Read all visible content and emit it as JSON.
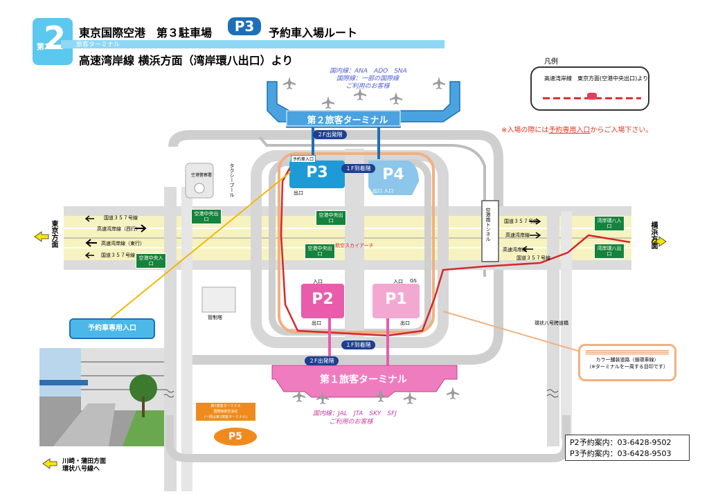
{
  "header": {
    "badge_number": "2",
    "badge_small": "第2",
    "title_line1": "東京国際空港　第３駐車場",
    "p3_label": "P3",
    "title_line1_suffix": "予約車入場ルート",
    "bar_label": "旅客ターミナル",
    "title_line2": "高速湾岸線 横浜方面（湾岸環八出口）より"
  },
  "legend": {
    "title": "凡例",
    "route_text": "高速湾岸線　東京方面(空港中央出口)より"
  },
  "warning": {
    "prefix": "※入場の際には",
    "underlined": "予約専用入口",
    "suffix": "からご入場下さい。"
  },
  "terminal2": {
    "airlines": "国内線：ANA　ADO　SNA",
    "intl": "国際線：一部の国際線",
    "use": "ご利用のお客様",
    "name": "第２旅客ターミナル",
    "departure": "２F出発階",
    "arrival": "１F到着階"
  },
  "terminal1": {
    "name": "第１旅客ターミナル",
    "airlines": "国内線：JAL　JTA　SKY　SFJ",
    "use": "ご利用のお客様",
    "departure": "２F出発階",
    "arrival": "１F到着階"
  },
  "parking": {
    "p1": "P1",
    "p2": "P2",
    "p3": "P3",
    "p4": "P4",
    "p5": "P5",
    "p3_entrance": "予約車入口",
    "entrance": "入口",
    "exit": "出口",
    "exit_entrance": "出口 入口",
    "gs": "GS"
  },
  "places": {
    "police": "空港警察署",
    "taxi_pool": "タクシープール",
    "control_tower": "管制塔",
    "tunnel": "空港南トンネル",
    "kanpachi_bridge": "環状八号跨道橋",
    "airport_street": "空港中央出口",
    "airport_center_in": "空港中央入口",
    "eki": "航空スカイアーチ"
  },
  "roads": {
    "r357_top": "国道３５７号線",
    "wangan_west": "高速湾岸線（西行）",
    "wangan_east": "高速湾岸線（東行）",
    "r357_bottom": "国道３５７号線",
    "r357_right_top": "国道３５７号線",
    "wangan_right1": "高速湾岸線",
    "wangan_right2": "高速湾岸線",
    "r357_right_bottom": "国道３５７号線",
    "kawasaki": "川崎・蒲田方面",
    "kanpachi": "環状八号線へ"
  },
  "directions": {
    "tokyo": "東京方面",
    "yokohama": "横浜方面"
  },
  "signs": {
    "wangan_kanpachi_in": "湾岸環八入口",
    "wangan_kanpachi_out": "湾岸環八出口",
    "center_exit_a": "空港中央出口",
    "center_exit_b": "空港中央出口",
    "center_in": "空港中央入口"
  },
  "callouts": {
    "reserved_entrance": "予約車専用入口",
    "color_road": "カラー舗装道路（循環車線）",
    "color_road_note": "（※ターミナルを一周する目印です）",
    "p5_note1": "第1旅客ターミナル",
    "p5_note2": "国際線航空会社",
    "p5_note3": "(一部は第2旅客ターミナル)"
  },
  "phones": {
    "p2": "P2予約案内：03-6428-9502",
    "p3": "P3予約案内：03-6428-9503"
  },
  "colors": {
    "accent_blue": "#1d6fb8",
    "terminal2_blue": "#4aa3df",
    "terminal1_pink": "#f07cc0",
    "route_red": "#d8262b",
    "color_road": "#f2b07f",
    "highway_yellow": "#f6f3c0"
  }
}
